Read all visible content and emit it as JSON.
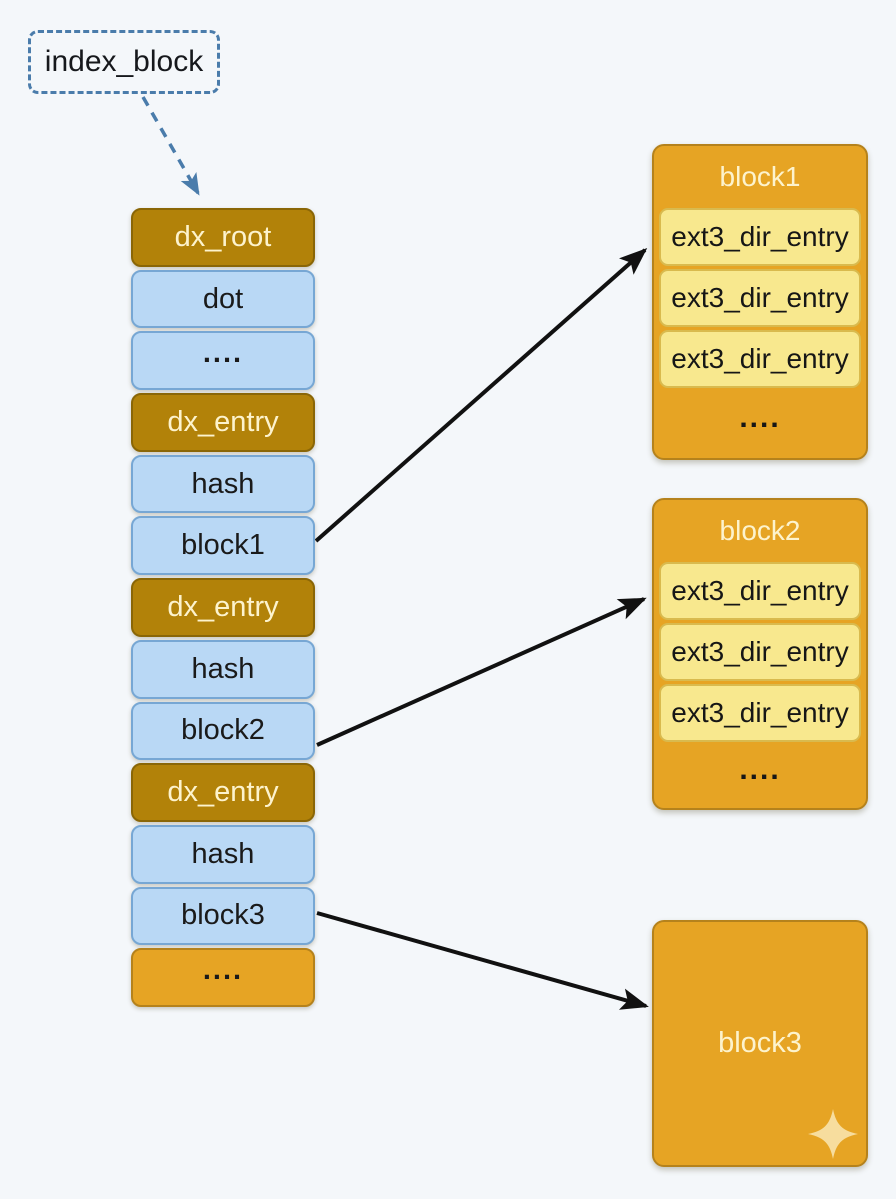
{
  "index_label": {
    "text": "index_block"
  },
  "index_column": {
    "rows": [
      {
        "label": "dx_root",
        "type": "header"
      },
      {
        "label": "dot",
        "type": "data"
      },
      {
        "label": "....",
        "type": "data"
      },
      {
        "label": "dx_entry",
        "type": "header"
      },
      {
        "label": "hash",
        "type": "data"
      },
      {
        "label": "block1",
        "type": "data"
      },
      {
        "label": "dx_entry",
        "type": "header"
      },
      {
        "label": "hash",
        "type": "data"
      },
      {
        "label": "block2",
        "type": "data"
      },
      {
        "label": "dx_entry",
        "type": "header"
      },
      {
        "label": "hash",
        "type": "data"
      },
      {
        "label": "block3",
        "type": "data"
      },
      {
        "label": "....",
        "type": "footer"
      }
    ]
  },
  "blocks": [
    {
      "title": "block1",
      "rows": [
        "ext3_dir_entry",
        "ext3_dir_entry",
        "ext3_dir_entry"
      ],
      "footer": "...."
    },
    {
      "title": "block2",
      "rows": [
        "ext3_dir_entry",
        "ext3_dir_entry",
        "ext3_dir_entry"
      ],
      "footer": "...."
    },
    {
      "title": "block3",
      "rows": [],
      "footer": ""
    }
  ],
  "arrows": {
    "from_labels": [
      "block1",
      "block2",
      "block3"
    ],
    "to_labels": [
      "block1",
      "block2",
      "block3"
    ],
    "dashed_pointer": "index_block to dx_root"
  },
  "colors": {
    "background": "#f4f7fa",
    "header_fill": "#b28209",
    "header_border": "#8a6606",
    "header_text": "#fdf3cd",
    "blue_fill": "#b9d8f5",
    "blue_border": "#77a7d4",
    "amber_fill": "#e6a424",
    "amber_border": "#b5821c",
    "yellow_fill": "#f8e88e",
    "yellow_border": "#d9ba4e",
    "arrow_black": "#111111",
    "dashed_blue": "#4a7cab",
    "sparkle": "#f7dd9e",
    "text_dark": "#1a1a1a"
  }
}
